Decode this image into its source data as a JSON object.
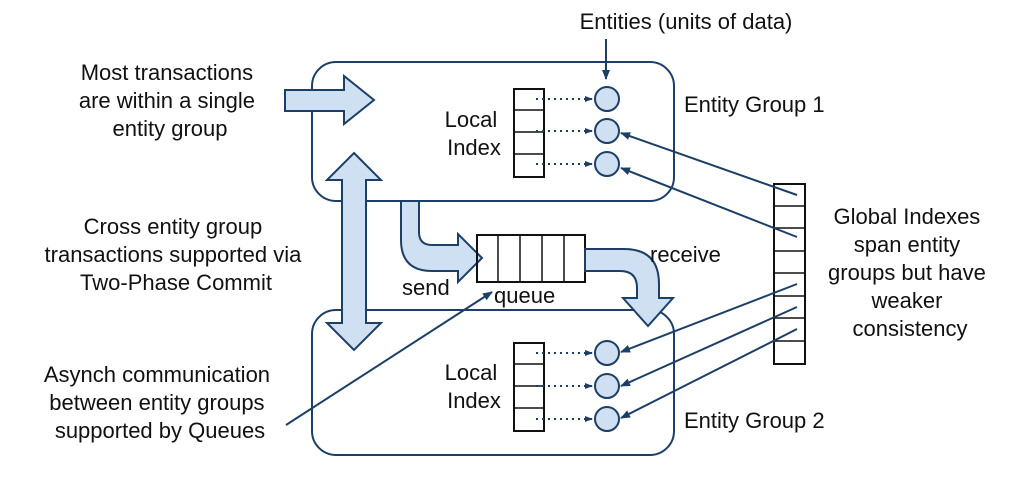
{
  "labels": {
    "entities": "Entities (units of data)",
    "most_transactions": [
      "Most transactions",
      "are within a single",
      "entity group"
    ],
    "entity_group_1": "Entity Group 1",
    "entity_group_2": "Entity Group 2",
    "local_index": [
      "Local",
      "Index"
    ],
    "cross_group": [
      "Cross entity group",
      "transactions supported via",
      "Two-Phase Commit"
    ],
    "send": "send",
    "receive": "receive",
    "queue": "queue",
    "asynch": [
      "Asynch communication",
      "between entity groups",
      "supported by Queues"
    ],
    "global_indexes": [
      "Global Indexes",
      "span entity",
      "groups but have",
      "weaker",
      "consistency"
    ]
  },
  "colors": {
    "stroke": "#1d3f66",
    "entity_fill": "#cfe0f3",
    "arrow_fill": "#cfe0f3",
    "text": "#111111"
  }
}
